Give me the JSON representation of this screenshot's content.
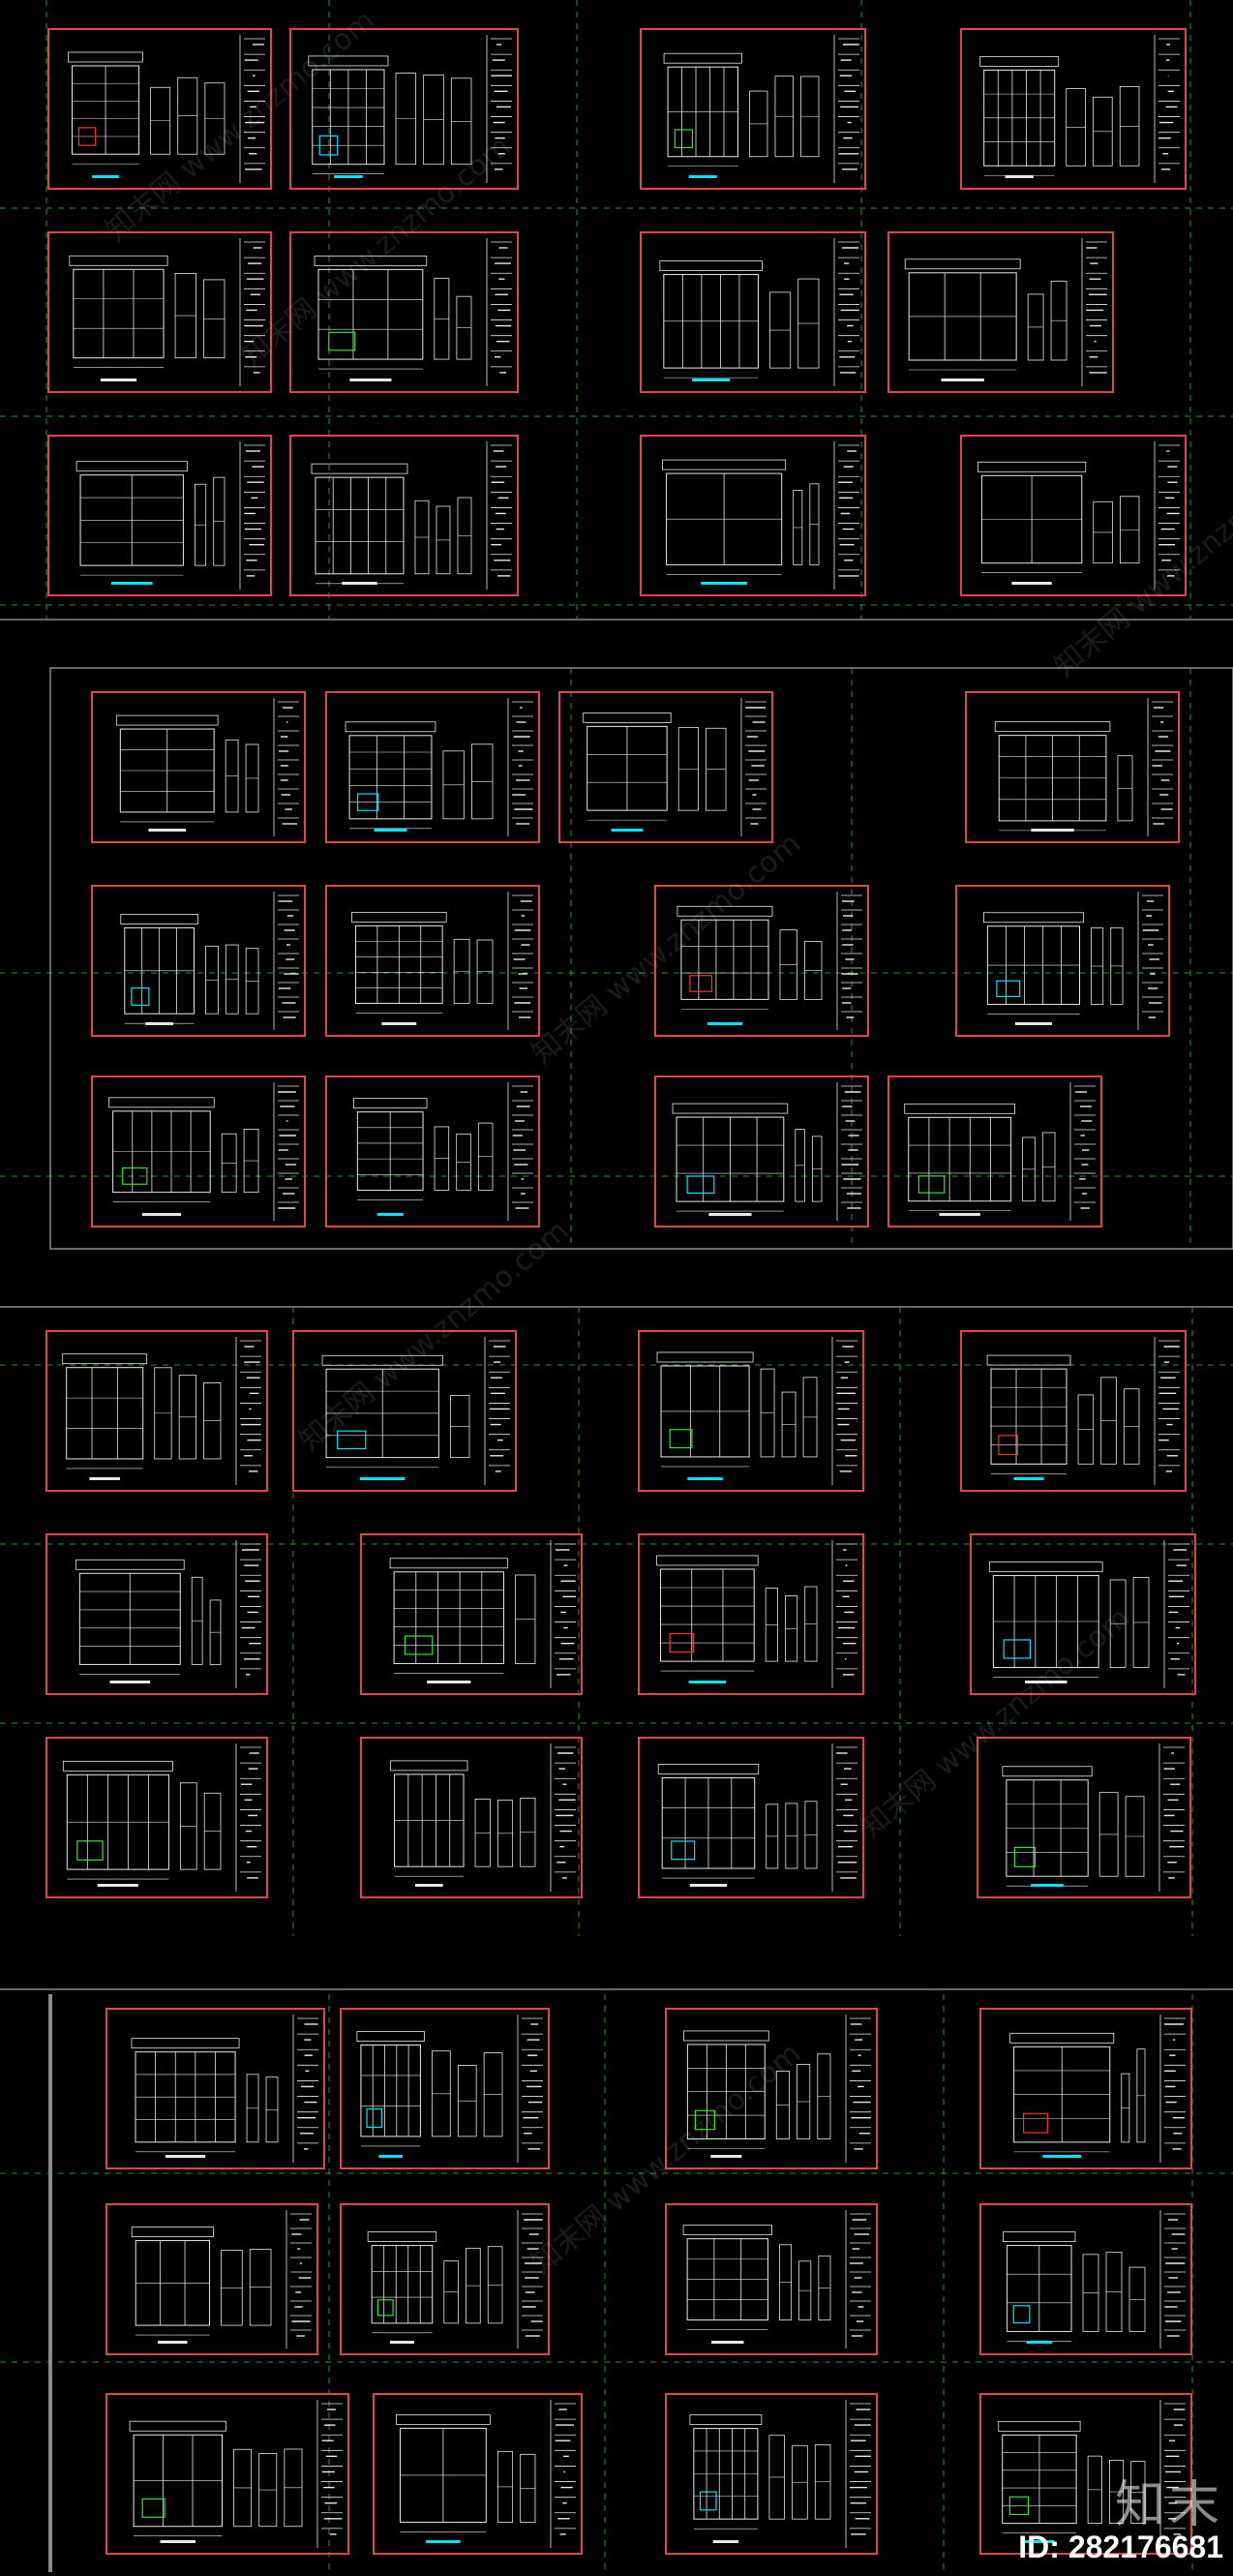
{
  "watermark": {
    "logo": "知末",
    "id": "ID: 282176681",
    "repeat_text": "知末网 www.znzmo.com"
  },
  "colors": {
    "background": "#000000",
    "frame_border": "#e0454a",
    "drawing_white": "#e8e8e8",
    "drawing_cyan": "#00e5ff",
    "drawing_red": "#ff3030",
    "drawing_green": "#2ee62e",
    "divider_green": "#1f9c1f",
    "section_gray": "#8a8a8a"
  },
  "sheets": {
    "sections": 4,
    "note": ""
  }
}
